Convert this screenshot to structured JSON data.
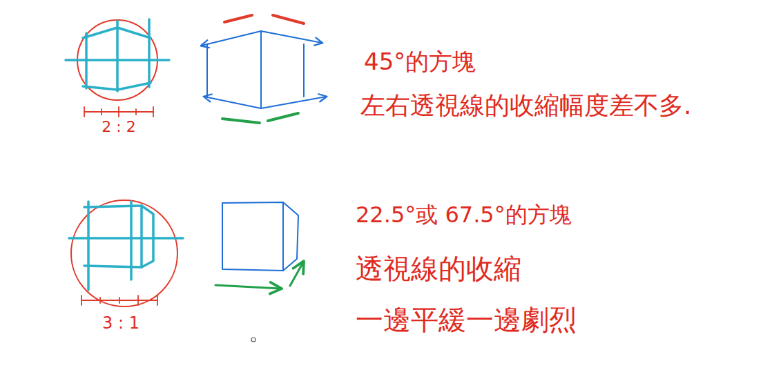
{
  "diagram": {
    "labels": [
      "45°的方塊",
      "左右透視線的收縮幅度差不多.",
      "2 : 2",
      "22.5°或 67.5°的方塊",
      "透視線的收縮",
      "一邊平緩一邊劇烈",
      "3 : 1"
    ]
  }
}
